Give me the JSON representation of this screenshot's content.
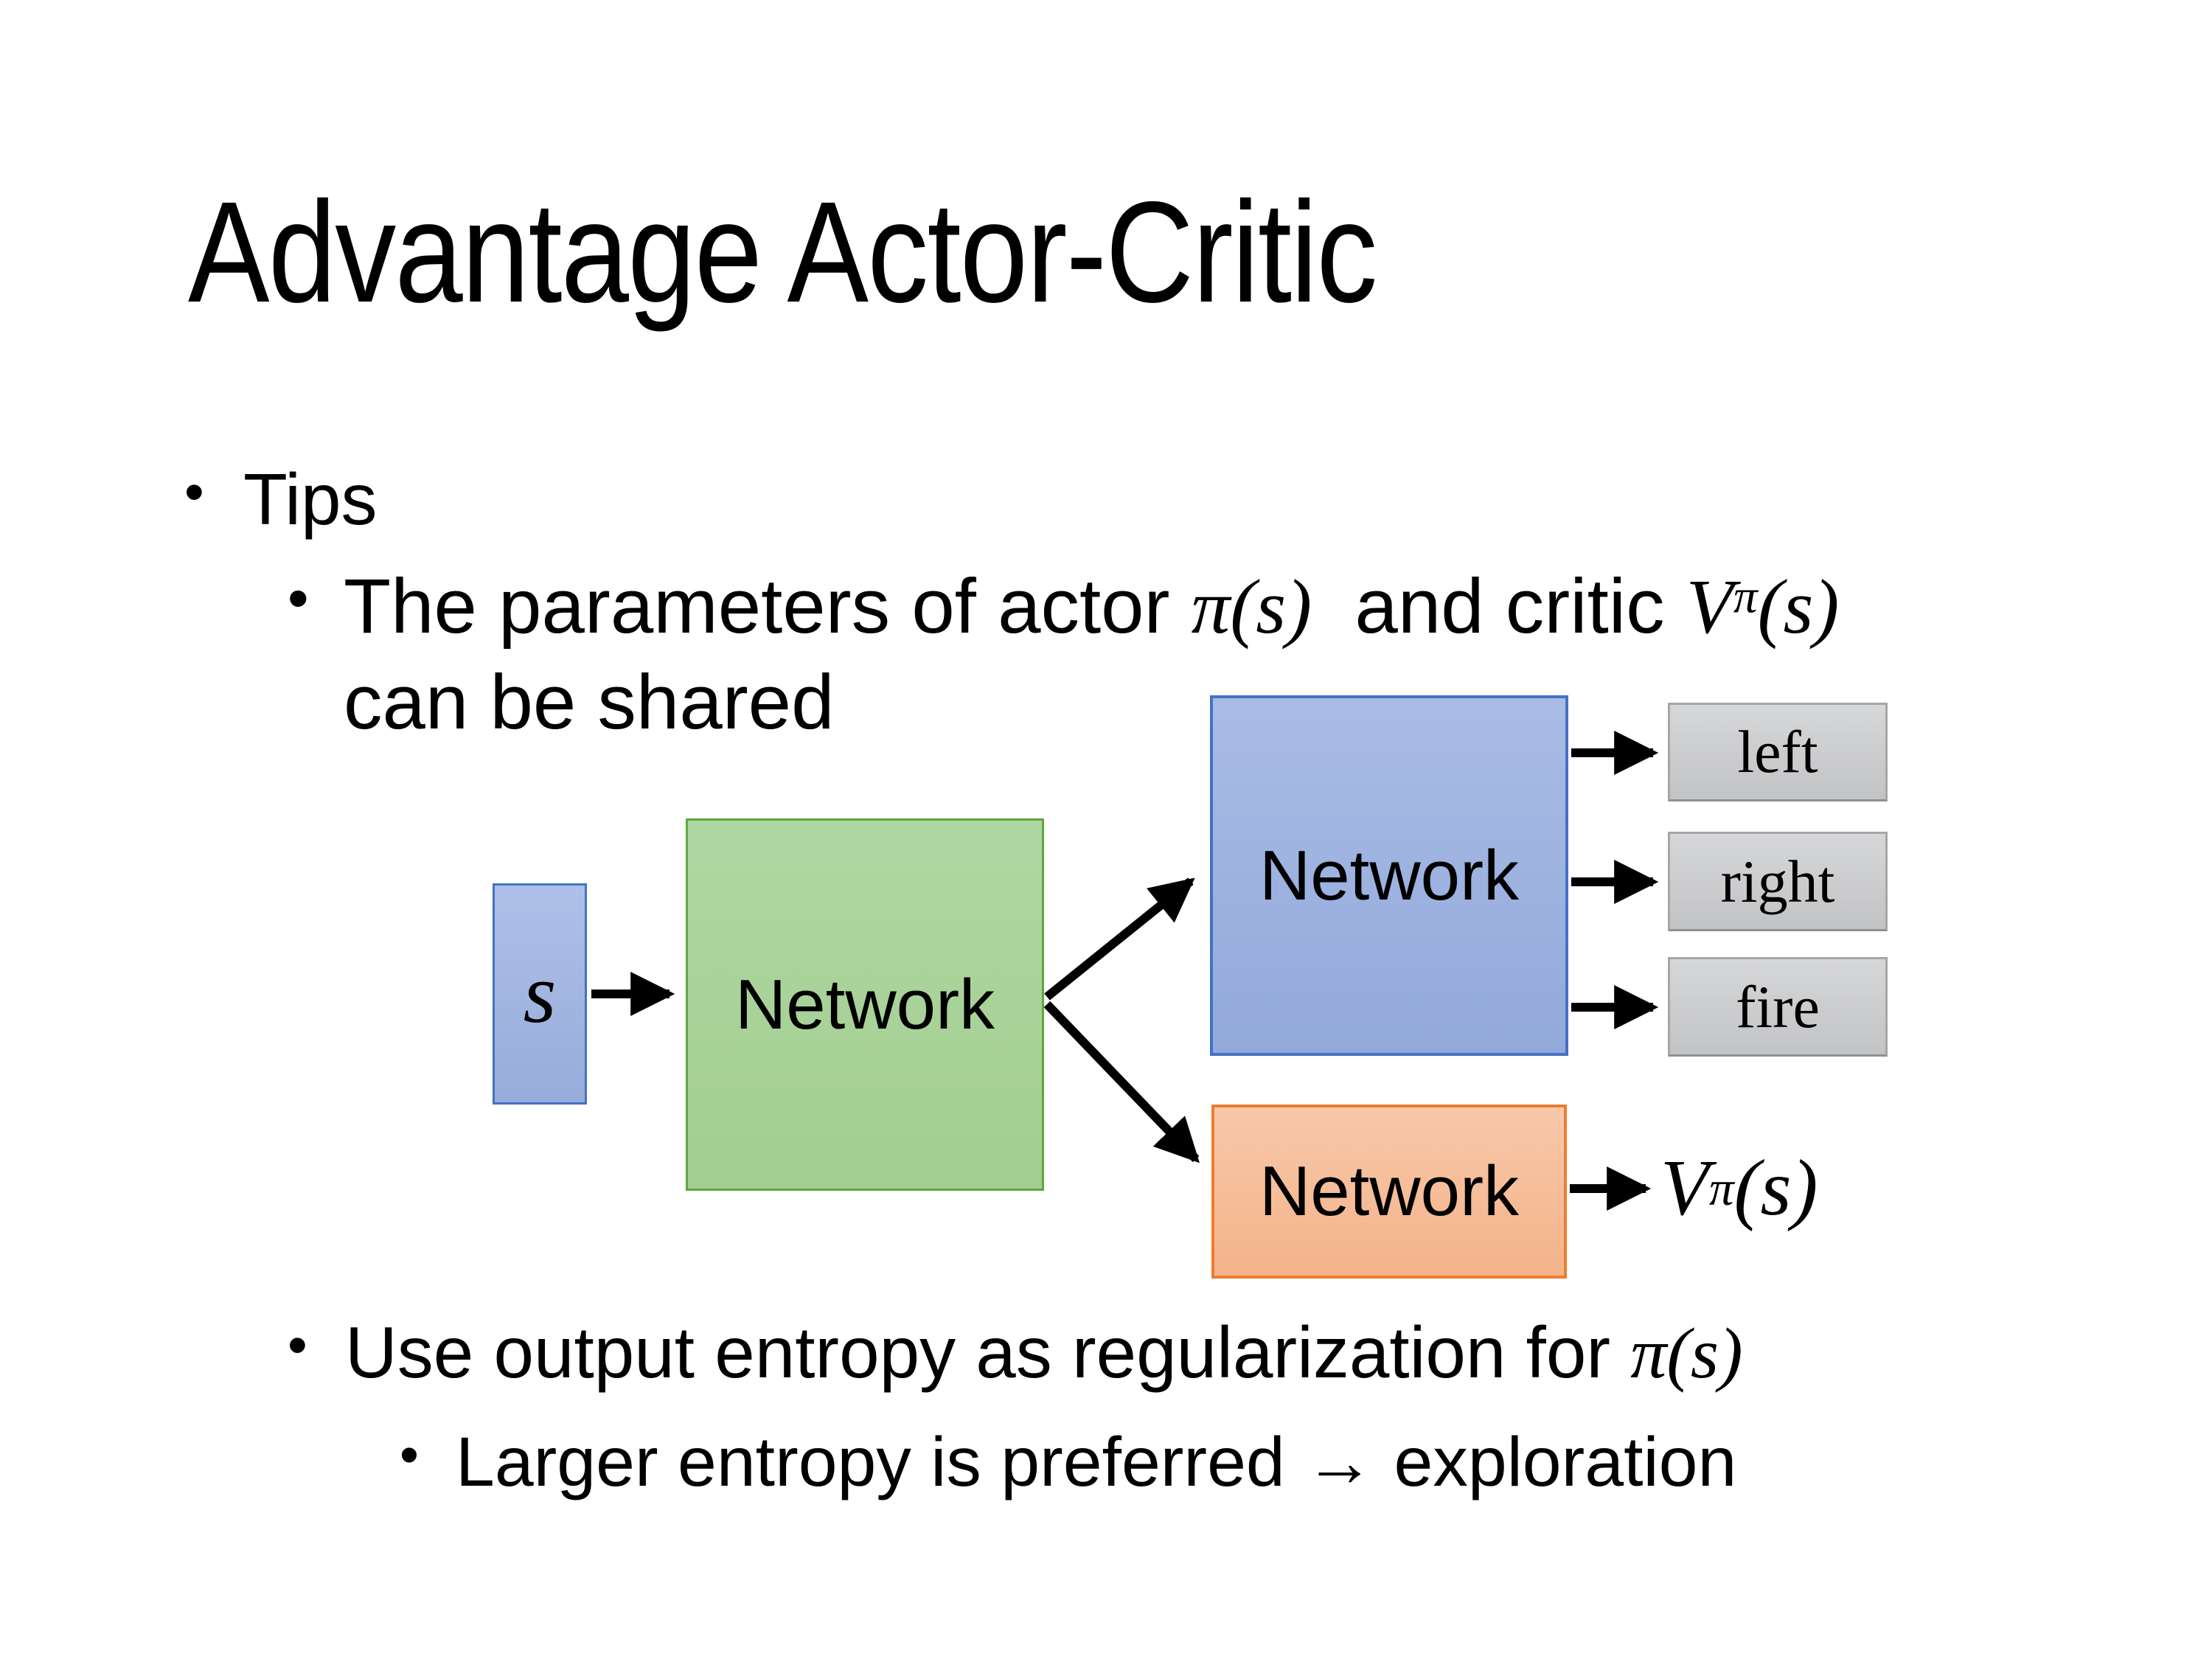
{
  "slide": {
    "title": "Advantage Actor-Critic",
    "colors": {
      "text": "#000000",
      "accent_blue_fill": "#A0B4E0",
      "accent_blue_border": "#4472C4",
      "green_fill": "#A9D49B",
      "green_border": "#5EA83C",
      "orange_fill": "#F6BD9C",
      "orange_border": "#ED7D31",
      "gray_fill": "#CBCCCE",
      "gray_border": "#A6A6A6",
      "arrow": "#000000"
    },
    "bullets": {
      "bullet_char": "•",
      "tips": "Tips",
      "b1_text": "The parameters of actor ",
      "b1_pi": "π(s)",
      "b1_mid": "  and critic ",
      "b1_v_base": "V",
      "b1_v_sup": "π",
      "b1_v_args": "(s)",
      "b1_line2": "can be shared",
      "b2_text": "Use output entropy as regularization for ",
      "b2_pi": "π(s)",
      "b3_text": "Larger entropy is preferred → exploration"
    },
    "diagram": {
      "state_label": "s",
      "shared_network_label": "Network",
      "actor_network_label": "Network",
      "critic_network_label": "Network",
      "actions": [
        "left",
        "right",
        "fire"
      ],
      "value_base": "V",
      "value_sup": "π",
      "value_args": "(s)"
    }
  }
}
